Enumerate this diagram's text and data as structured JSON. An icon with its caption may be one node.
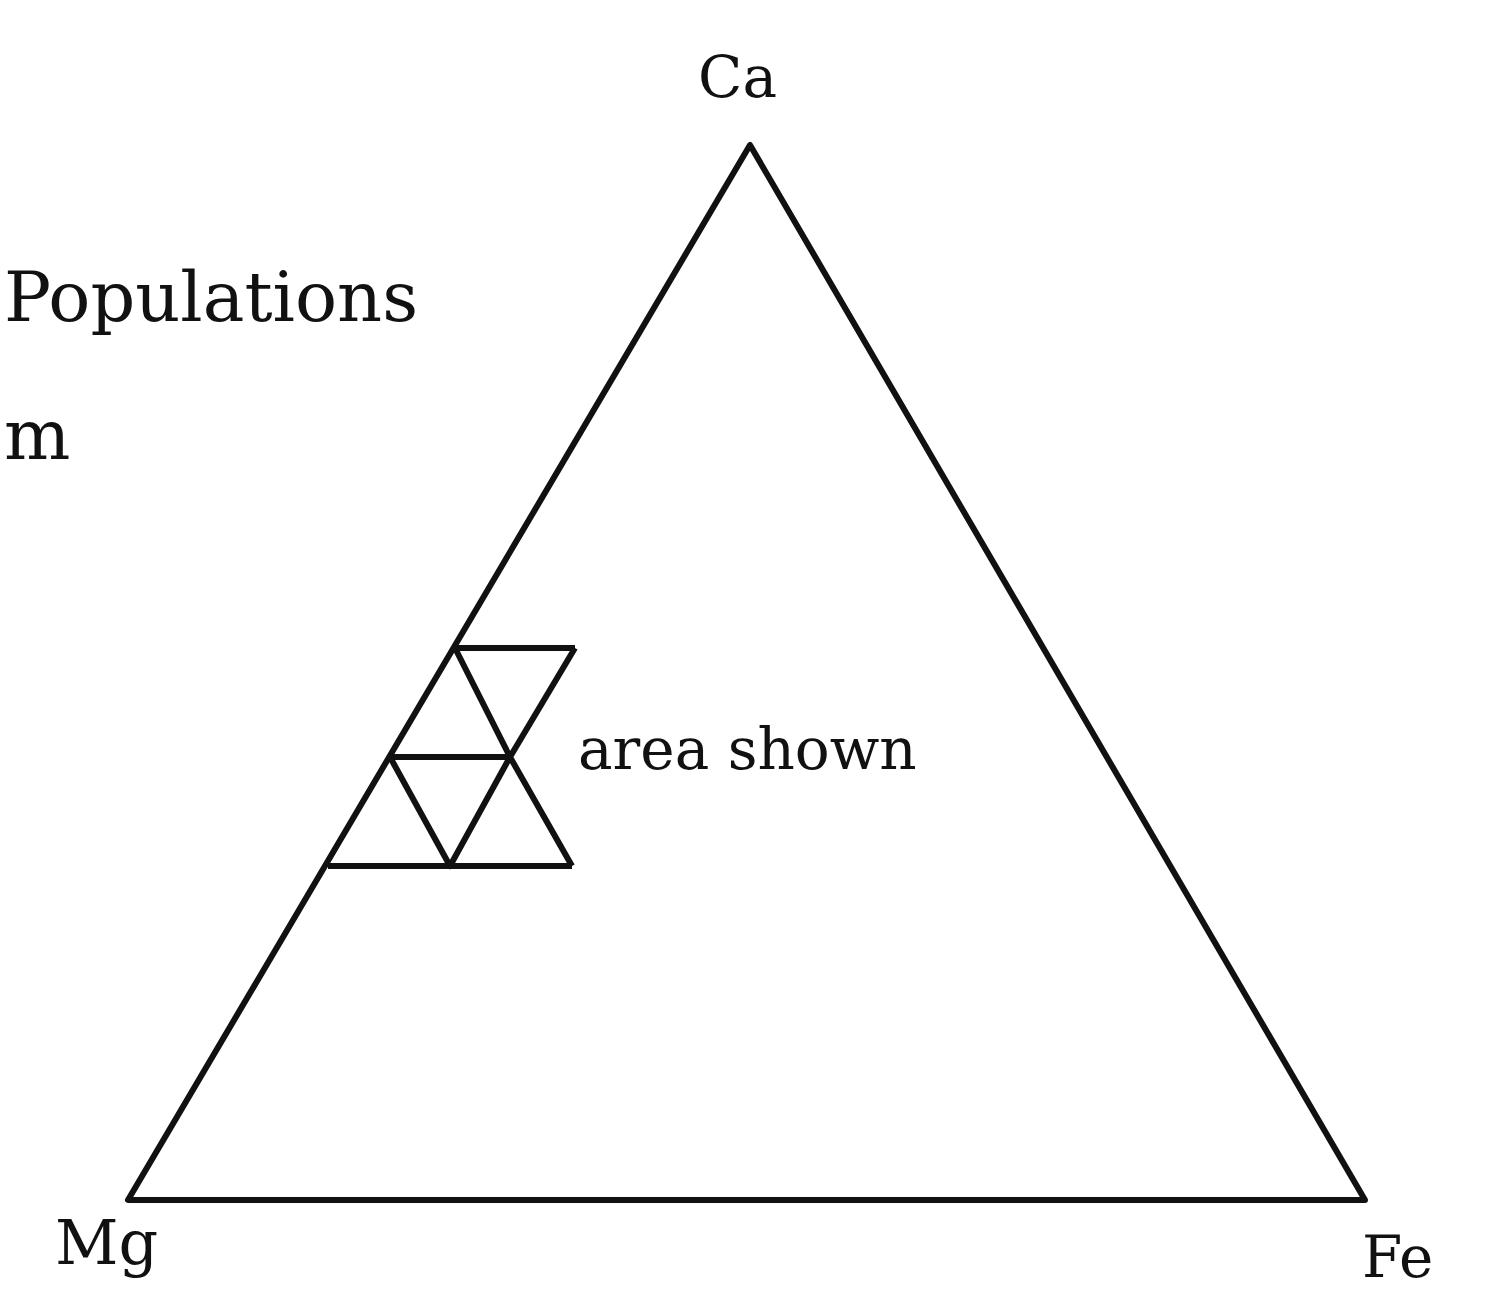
{
  "diagram": {
    "labels": [
      "Ca",
      "Populations",
      "m",
      "area shown",
      "Mg",
      "Fe"
    ]
  }
}
